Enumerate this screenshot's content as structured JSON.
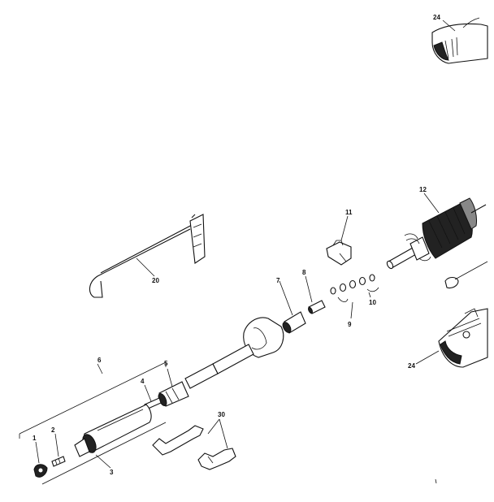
{
  "callouts": {
    "c1": "1",
    "c2": "2",
    "c3": "3",
    "c4": "4",
    "c5": "5",
    "c6": "6",
    "c7": "7",
    "c8": "8",
    "c9": "9",
    "c10": "10",
    "c11": "11",
    "c12": "12",
    "c20": "20",
    "c24a": "24",
    "c24b": "24",
    "c30": "30"
  }
}
